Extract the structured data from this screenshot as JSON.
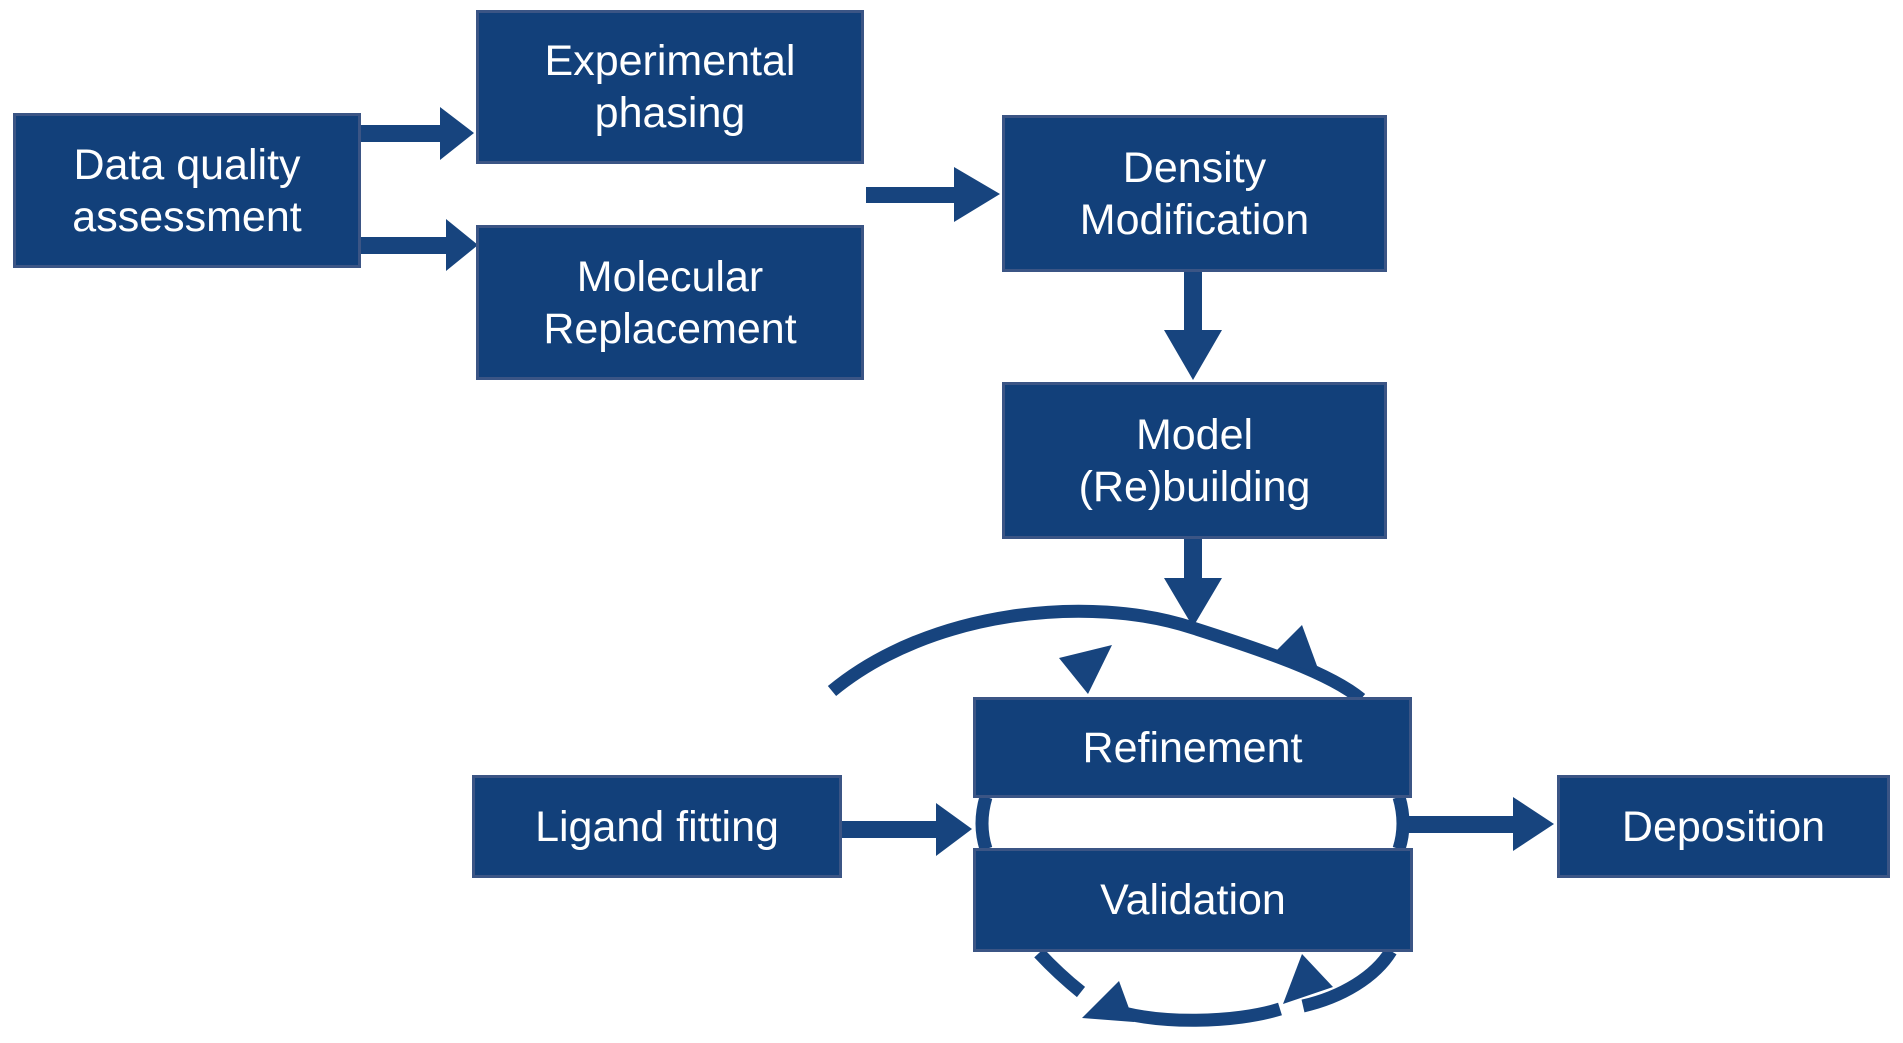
{
  "diagram": {
    "description": "Crystallographic structure solution workflow flowchart",
    "nodes": {
      "data_quality": {
        "lines": [
          "Data quality",
          "assessment"
        ]
      },
      "experimental_phasing": {
        "lines": [
          "Experimental",
          "phasing"
        ]
      },
      "molecular_replacement": {
        "lines": [
          "Molecular",
          "Replacement"
        ]
      },
      "density_modification": {
        "lines": [
          "Density",
          "Modification"
        ]
      },
      "model_rebuilding": {
        "lines": [
          "Model",
          "(Re)building"
        ]
      },
      "refinement": {
        "lines": [
          "Refinement"
        ]
      },
      "validation": {
        "lines": [
          "Validation"
        ]
      },
      "ligand_fitting": {
        "lines": [
          "Ligand fitting"
        ]
      },
      "deposition": {
        "lines": [
          "Deposition"
        ]
      }
    },
    "edges": [
      {
        "from": "Data quality assessment",
        "to": "Experimental phasing"
      },
      {
        "from": "Data quality assessment",
        "to": "Molecular Replacement"
      },
      {
        "from": "Experimental phasing / Molecular Replacement",
        "to": "Density Modification"
      },
      {
        "from": "Density Modification",
        "to": "Model (Re)building"
      },
      {
        "from": "Model (Re)building",
        "to": "Refinement-Validation cycle"
      },
      {
        "from": "Ligand fitting",
        "to": "Refinement-Validation cycle"
      },
      {
        "from": "Refinement-Validation cycle",
        "to": "Deposition"
      }
    ],
    "cycle": {
      "members": [
        "Refinement",
        "Validation"
      ],
      "direction": "clockwise"
    },
    "colors": {
      "background": "#ffffff",
      "box_fill": "#12407a",
      "box_border": "#3b5585",
      "arrow": "#17447e",
      "text": "#ffffff"
    }
  }
}
